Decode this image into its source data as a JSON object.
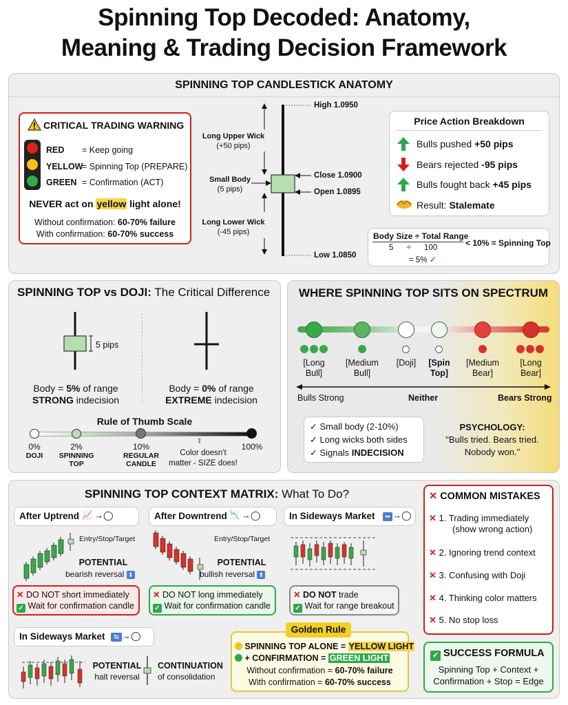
{
  "title": {
    "line1": "Spinning Top Decoded: Anatomy,",
    "line2": "Meaning & Trading Decision Framework"
  },
  "anatomy": {
    "heading": "SPINNING TOP CANDLESTICK ANATOMY",
    "warning": {
      "title": "CRITICAL TRADING WARNING",
      "lights": [
        {
          "name": "RED",
          "desc": "= Keep going",
          "color": "#e0241b"
        },
        {
          "name": "YELLOW",
          "desc": "= Spinning Top (PREPARE)",
          "color": "#f2c21b"
        },
        {
          "name": "GREEN",
          "desc": "= Confirmation (ACT)",
          "color": "#2fae45"
        }
      ],
      "never_pre": "NEVER act on ",
      "never_hl": "yellow",
      "never_post": " light alone!",
      "without_pre": "Without confirmation: ",
      "without_val": "60-70% failure",
      "with_pre": "With confirmation: ",
      "with_val": "60-70% success"
    },
    "candle": {
      "high": "High 1.0950",
      "upper_wick": "Long Upper Wick",
      "upper_pips": "(+50 pips)",
      "small_body": "Small Body",
      "body_pips": "(5 pips)",
      "close": "Close 1.0900",
      "open": "Open 1.0895",
      "lower_wick": "Long Lower Wick",
      "lower_pips": "(-45 pips)",
      "low": "Low 1.0850"
    },
    "breakdown": {
      "title": "Price Action Breakdown",
      "rows": [
        {
          "icon": "up-arrow-icon",
          "pre": "Bulls pushed ",
          "val": "+50 pips"
        },
        {
          "icon": "down-arrow-icon",
          "pre": "Bears rejected ",
          "val": "-95 pips"
        },
        {
          "icon": "up-arrow-icon",
          "pre": "Bulls fought back ",
          "val": "+45 pips"
        },
        {
          "icon": "handshake-icon",
          "pre": "Result: ",
          "val": "Stalemate"
        }
      ]
    },
    "formula": {
      "top": "Body Size ÷ Total Range",
      "nums": "5      ÷      100",
      "res": "= 5%",
      "right": "< 10% = Spinning Top"
    }
  },
  "versus": {
    "heading_b": "SPINNING TOP vs DOJI:",
    "heading_r": " The Critical Difference",
    "st_pips": "5 pips",
    "st_body_pre": "Body = ",
    "st_body_val": "5%",
    "st_body_post": " of range",
    "st_ind_b": "STRONG",
    "st_ind": " indecision",
    "dj_body_pre": "Body = ",
    "dj_body_val": "0%",
    "dj_body_post": " of range",
    "dj_ind_b": "EXTREME",
    "dj_ind": " indecision",
    "scale_title": "Rule of Thumb Scale",
    "scale": [
      {
        "pct": "0%",
        "label": "DOJI"
      },
      {
        "pct": "2%",
        "label": "SPINNING TOP"
      },
      {
        "pct": "10%",
        "label": "REGULAR CANDLE"
      },
      {
        "pct": "100%",
        "label": ""
      }
    ],
    "note1": "Color doesn't",
    "note2": "matter - SIZE does!"
  },
  "spectrum": {
    "heading": "WHERE SPINNING TOP SITS ON SPECTRUM",
    "items": [
      {
        "l1": "[Long",
        "l2": "Bull]"
      },
      {
        "l1": "[Medium",
        "l2": "Bull]"
      },
      {
        "l1": "[Doji]",
        "l2": ""
      },
      {
        "l1": "[Spin",
        "l2": "Top]"
      },
      {
        "l1": "[Medium",
        "l2": "Bear]"
      },
      {
        "l1": "[Long",
        "l2": "Bear]"
      }
    ],
    "left": "Bulls Strong",
    "mid": "Neither",
    "right": "Bears Strong",
    "checks": [
      "Small body (2-10%)",
      "Long wicks both sides",
      "Signals "
    ],
    "checks_b": "INDECISION",
    "psy_title": "PSYCHOLOGY:",
    "psy_1": "\"Bulls tried. Bears tried.",
    "psy_2": "Nobody won.\""
  },
  "context": {
    "heading_b": "SPINNING TOP CONTEXT MATRIX:",
    "heading_r": " What To Do?",
    "uptrend": {
      "title": "After Uptrend",
      "est": "Entry/Stop/Target",
      "pot": "POTENTIAL",
      "sub": "bearish reversal",
      "dont": "DO NOT short immediately",
      "wait": "Wait for confirmation candle"
    },
    "downtrend": {
      "title": "After Downtrend",
      "est": "Entry/Stop/Target",
      "pot": "POTENTIAL",
      "sub": "bullish reversal",
      "dont": "DO NOT long immediately",
      "wait": "Wait for confirmation candle"
    },
    "sideways": {
      "title": "In Sideways Market",
      "dont_b": "DO NOT",
      "dont": " trade",
      "wait": "Wait for range breakout"
    },
    "sideways2": {
      "title": "In Sideways Market",
      "pot": "POTENTIAL",
      "sub": "halt reversal",
      "cont": "CONTINUATION",
      "cont_sub": "of consolidation"
    },
    "golden": {
      "label": "Golden Rule",
      "l1_pre": "SPINNING TOP ALONE = ",
      "l1_hl": "YELLOW LIGHT",
      "l2_pre": "+ CONFIRMATION = ",
      "l2_hl": "GREEN LIGHT",
      "l3_pre": "Without confirmation = ",
      "l3_val": "60-70% failure",
      "l4_pre": "With confirmation = ",
      "l4_val": "60-70% success"
    }
  },
  "mistakes": {
    "title": "COMMON MISTAKES",
    "items": [
      {
        "l1": "1. Trading immediately",
        "l2": "(show wrong action)"
      },
      {
        "l1": "2. Ignoring trend context",
        "l2": ""
      },
      {
        "l1": "3. Confusing with Doji",
        "l2": ""
      },
      {
        "l1": "4. Thinking color matters",
        "l2": ""
      },
      {
        "l1": "5. No stop loss",
        "l2": ""
      }
    ]
  },
  "success": {
    "title": "SUCCESS FORMULA",
    "l1": "Spinning Top + Context +",
    "l2": "Confirmation + Stop = Edge"
  },
  "colors": {
    "red": "#d0201a",
    "green": "#2da84a",
    "yellow": "#f2c21b",
    "candle_green": "#b6dfb1"
  }
}
